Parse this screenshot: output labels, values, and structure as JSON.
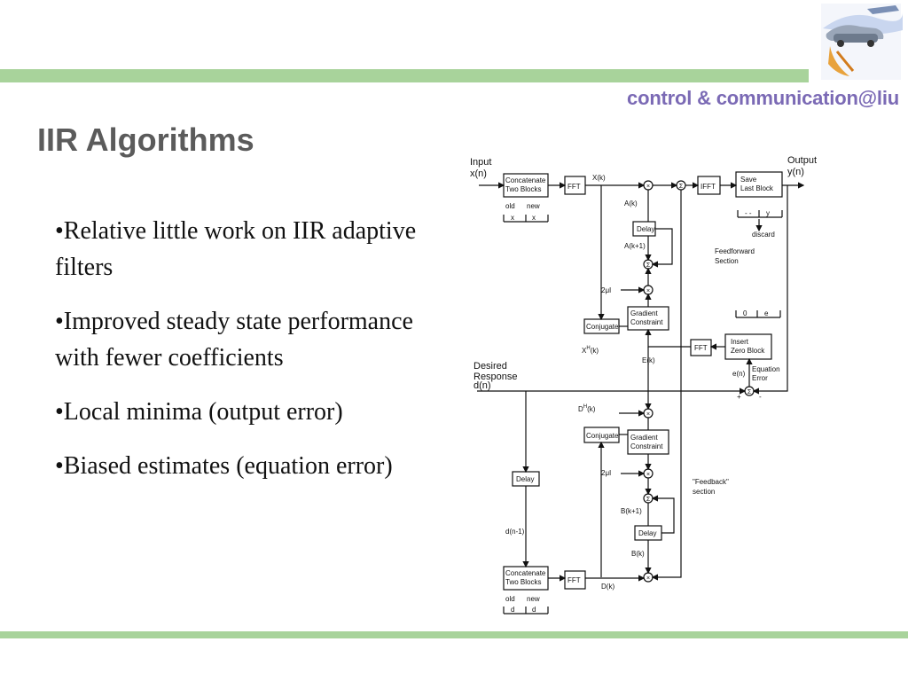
{
  "header": {
    "brand": "control & communication@liu"
  },
  "slide": {
    "title": "IIR Algorithms",
    "bullets": [
      "•Relative little work on IIR adaptive filters",
      "•Improved steady state performance with fewer coefficients",
      "•Local minima (output error)",
      "•Biased estimates (equation error)"
    ]
  },
  "diagram": {
    "input_label": "Input",
    "input_signal": "x(n)",
    "output_label": "Output",
    "output_signal": "y(n)",
    "concat_top_1": "Concatenate",
    "concat_top_2": "Two Blocks",
    "concat_bot_1": "Concatenate",
    "concat_bot_2": "Two Blocks",
    "fft_top": "FFT",
    "fft_bottom": "FFT",
    "fft_mid": "FFT",
    "ifft": "IFFT",
    "save_1": "Save",
    "save_2": "Last Block",
    "old": "old",
    "new": "new",
    "x_cell": "x",
    "d_cell": "d",
    "y_cell": "y",
    "dots_cell": "- -",
    "zero_cell": "0",
    "e_cell": "e",
    "discard": "discard",
    "X_k": "X(k)",
    "A_k": "A(k)",
    "A_k1": "A(k+1)",
    "delay_top": "Delay",
    "delay_left": "Delay",
    "delay_bottom": "Delay",
    "two_mu_top": "2μI",
    "two_mu_bottom": "2μI",
    "conj_top": "Conjugate",
    "conj_bottom": "Conjugate",
    "grad_top_1": "Gradient",
    "grad_top_2": "Constraint",
    "grad_bot_1": "Gradient",
    "grad_bot_2": "Constraint",
    "XH_k": "X",
    "XH_sup": "H",
    "XH_tail": "(k)",
    "DH_k": "D",
    "DH_sup": "H",
    "DH_tail": "(k)",
    "E_k": "E(k)",
    "feedforward_1": "Feedforward",
    "feedforward_2": "Section",
    "insert_1": "Insert",
    "insert_2": "Zero Block",
    "eq_err_1": "Equation",
    "eq_err_2": "Error",
    "e_n": "e(n)",
    "desired_1": "Desired",
    "desired_2": "Response",
    "desired_3": "d(n)",
    "feedback_1": "\"Feedback\"",
    "feedback_2": "section",
    "d_n1": "d(n-1)",
    "B_k1": "B(k+1)",
    "B_k": "B(k)",
    "D_k": "D(k)",
    "plus": "+",
    "minus": "-",
    "times": "×",
    "sigma": "Σ"
  }
}
